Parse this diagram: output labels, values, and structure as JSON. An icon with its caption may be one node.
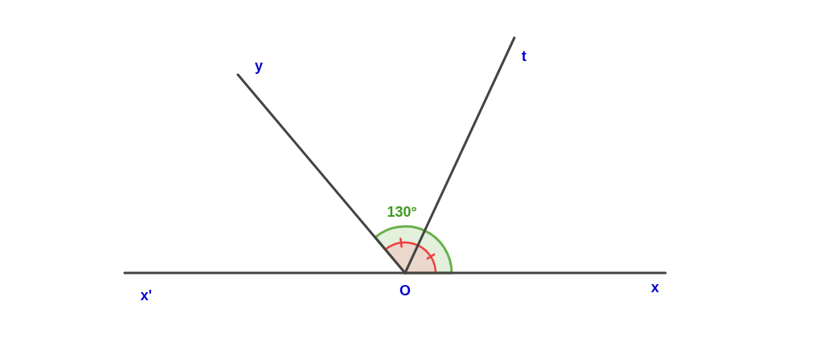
{
  "diagram": {
    "labels": [
      "y",
      "t",
      "130°",
      "x'",
      "O",
      "x"
    ]
  }
}
